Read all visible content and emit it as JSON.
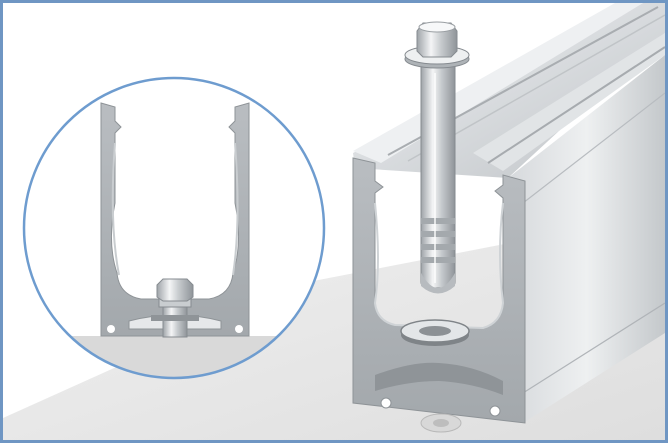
{
  "colors": {
    "frame_border": "#6f96c3",
    "detail_circle_border": "#6e9ccf",
    "metal_light": "#e6e8ea",
    "metal_mid": "#c9ccce",
    "metal_dark": "#9a9ea2",
    "floor": "#e9e9e9"
  },
  "scene": {
    "main_object": "aluminium-channel-profile",
    "fastener": "hex-head-expansion-anchor-bolt",
    "washer": "flat-washer",
    "detail_view": "circular-section-view"
  }
}
